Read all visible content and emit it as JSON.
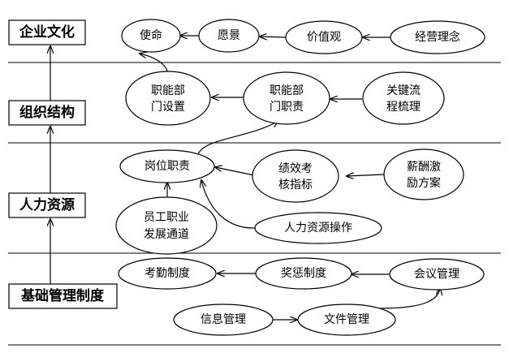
{
  "layers": {
    "culture": "企业文化",
    "org": "组织结构",
    "hr": "人力资源",
    "base": "基础管理制度"
  },
  "nodes": {
    "mission": "使命",
    "vision": "愿景",
    "values": "价值观",
    "philosophy": "经营理念",
    "dept_setup": [
      "职能部",
      "门设置"
    ],
    "dept_duty": [
      "职能部",
      "门职责"
    ],
    "process": [
      "关键流",
      "程梳理"
    ],
    "post_duty": "岗位职责",
    "kpi": [
      "绩效考",
      "核指标"
    ],
    "salary": [
      "薪酬激",
      "励方案"
    ],
    "career": [
      "员工职业",
      "发展通道"
    ],
    "hr_ops": "人力资源操作",
    "attendance": "考勤制度",
    "reward": "奖惩制度",
    "meeting": "会议管理",
    "info": "信息管理",
    "file": "文件管理"
  }
}
